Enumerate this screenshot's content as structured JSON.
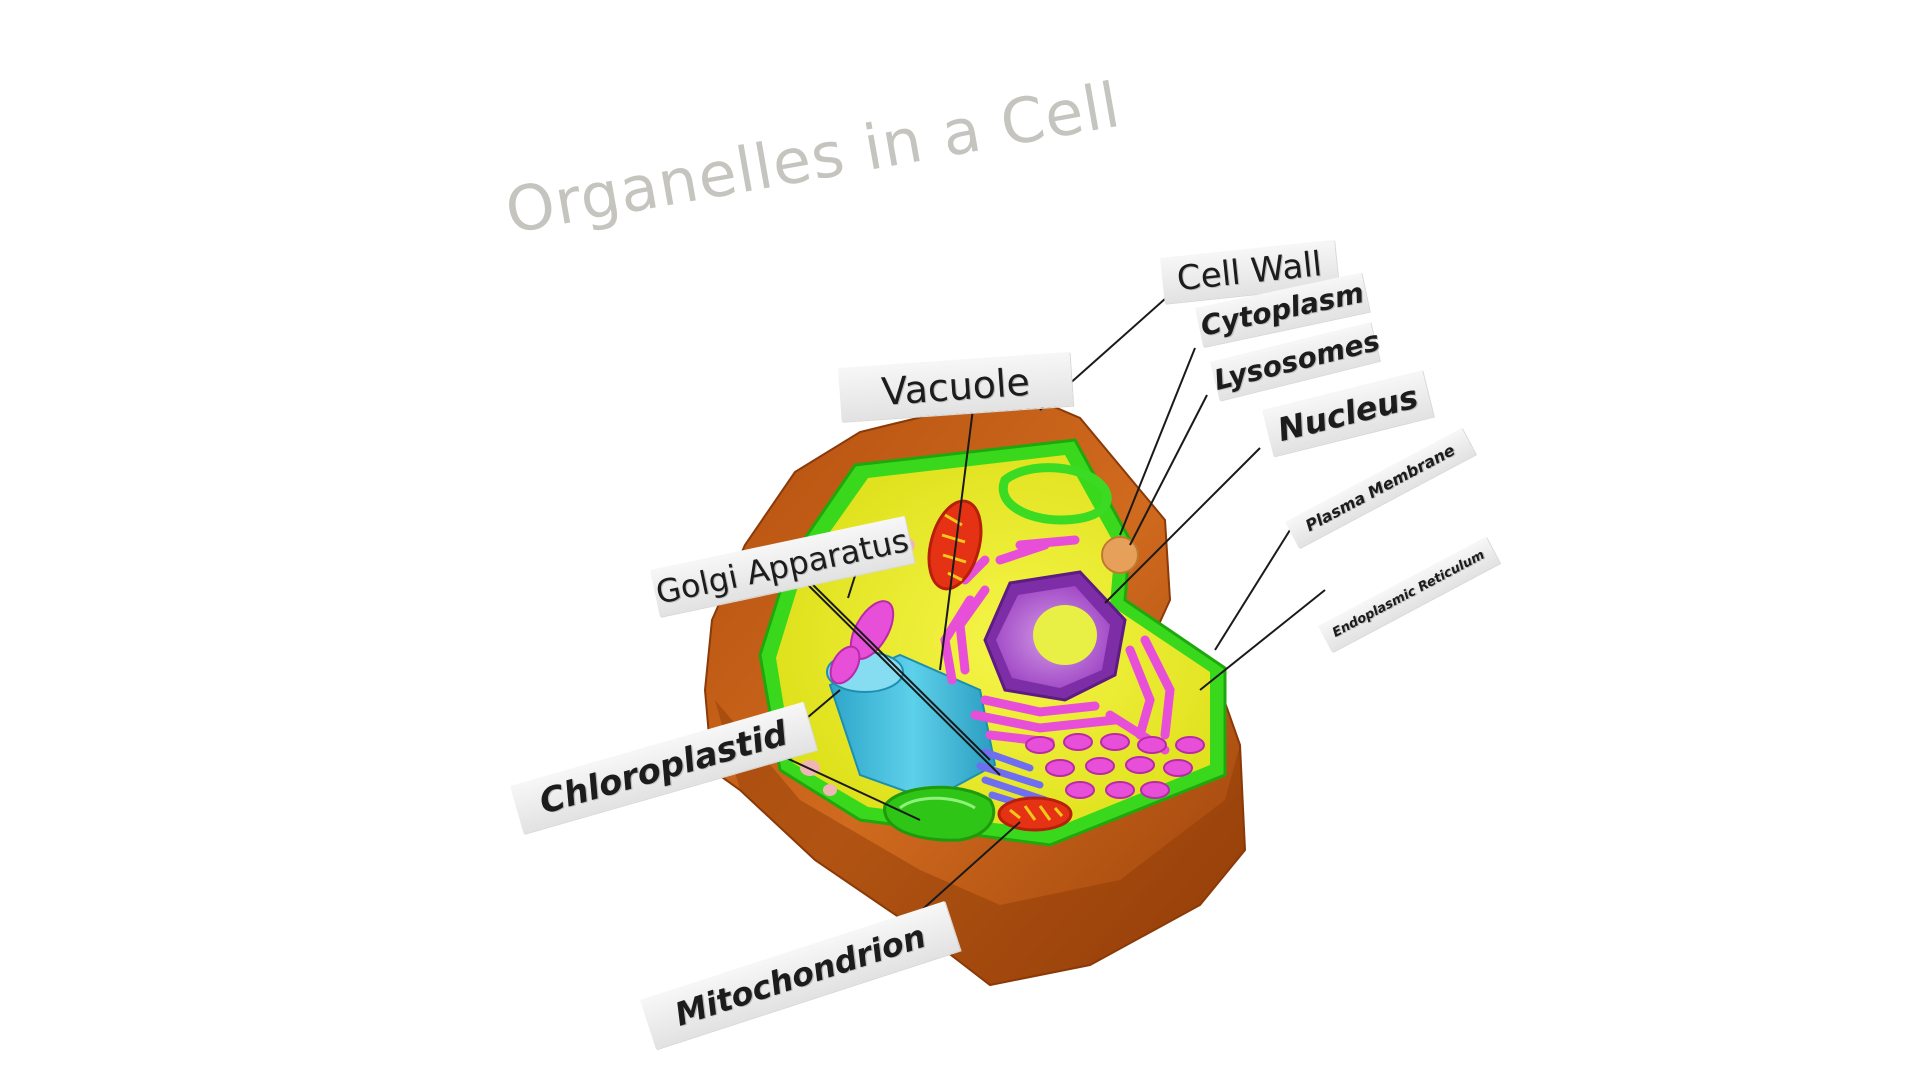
{
  "title": "Organelles in a Cell",
  "labels": {
    "cell_wall": "Cell Wall",
    "cytoplasm": "Cytoplasm",
    "lysosomes": "Lysosomes",
    "nucleus": "Nucleus",
    "vacuole": "Vacuole",
    "golgi": "Golgi Apparatus",
    "plasma_membrane": "Plasma Membrane",
    "er": "Endoplasmic Reticulum",
    "chloroplastid": "Chloroplastid",
    "mitochondrion": "Mitochondrion"
  },
  "colors": {
    "cell_wall": "#c7601a",
    "membrane": "#39d81c",
    "cytoplasm": "#eef01e",
    "nucleus": "#9b3fc2",
    "nucleolus": "#e8ef45",
    "er": "#e84fd8",
    "vacuole": "#39b7d8",
    "golgi": "#6f6ef0",
    "mitochondrion": "#e53214",
    "chloroplast": "#3bdb24",
    "lysosome": "#e6a05a",
    "title": "#c5c4bf"
  }
}
